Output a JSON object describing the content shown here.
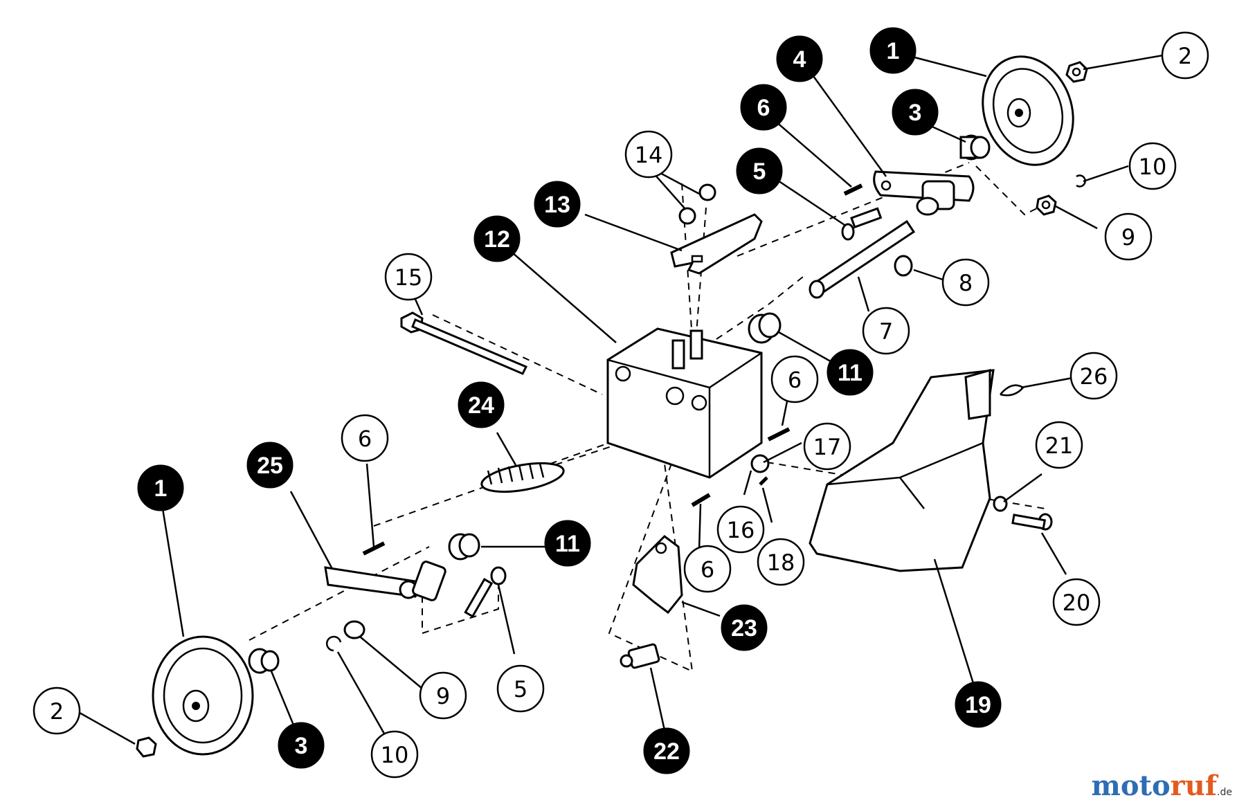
{
  "callouts": [
    {
      "id": "c1a",
      "text": "1",
      "style": "filled"
    },
    {
      "id": "c2a",
      "text": "2",
      "style": "open"
    },
    {
      "id": "c3a",
      "text": "3",
      "style": "filled"
    },
    {
      "id": "c4",
      "text": "4",
      "style": "filled"
    },
    {
      "id": "c5a",
      "text": "5",
      "style": "filled"
    },
    {
      "id": "c6a",
      "text": "6",
      "style": "filled"
    },
    {
      "id": "c7",
      "text": "7",
      "style": "open"
    },
    {
      "id": "c8",
      "text": "8",
      "style": "open"
    },
    {
      "id": "c9a",
      "text": "9",
      "style": "open"
    },
    {
      "id": "c10a",
      "text": "10",
      "style": "open"
    },
    {
      "id": "c11a",
      "text": "11",
      "style": "filled"
    },
    {
      "id": "c12",
      "text": "12",
      "style": "filled"
    },
    {
      "id": "c13",
      "text": "13",
      "style": "filled"
    },
    {
      "id": "c14",
      "text": "14",
      "style": "open"
    },
    {
      "id": "c15",
      "text": "15",
      "style": "open"
    },
    {
      "id": "c6b",
      "text": "6",
      "style": "open"
    },
    {
      "id": "c16",
      "text": "16",
      "style": "open"
    },
    {
      "id": "c17",
      "text": "17",
      "style": "open"
    },
    {
      "id": "c18",
      "text": "18",
      "style": "open"
    },
    {
      "id": "c19",
      "text": "19",
      "style": "filled"
    },
    {
      "id": "c20",
      "text": "20",
      "style": "open"
    },
    {
      "id": "c21",
      "text": "21",
      "style": "open"
    },
    {
      "id": "c22",
      "text": "22",
      "style": "filled"
    },
    {
      "id": "c23",
      "text": "23",
      "style": "filled"
    },
    {
      "id": "c24",
      "text": "24",
      "style": "filled"
    },
    {
      "id": "c25",
      "text": "25",
      "style": "filled"
    },
    {
      "id": "c26",
      "text": "26",
      "style": "open"
    },
    {
      "id": "c6c",
      "text": "6",
      "style": "open"
    },
    {
      "id": "c6d",
      "text": "6",
      "style": "open"
    },
    {
      "id": "c11b",
      "text": "11",
      "style": "filled"
    },
    {
      "id": "c1b",
      "text": "1",
      "style": "filled"
    },
    {
      "id": "c2b",
      "text": "2",
      "style": "open"
    },
    {
      "id": "c3b",
      "text": "3",
      "style": "filled"
    },
    {
      "id": "c9b",
      "text": "9",
      "style": "open"
    },
    {
      "id": "c10b",
      "text": "10",
      "style": "open"
    },
    {
      "id": "c5b",
      "text": "5",
      "style": "open"
    }
  ],
  "watermark": {
    "part1": "moto",
    "part2": "ruf",
    "part3": ".de"
  }
}
